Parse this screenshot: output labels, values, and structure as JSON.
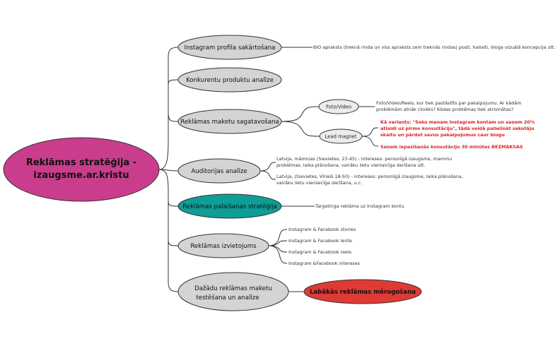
{
  "central": {
    "line1": "Reklāmas stratēģija -",
    "line2": "izaugsme.ar.kristu",
    "color": "#c93d8c"
  },
  "branches": [
    {
      "label": "Instagram profila sakārtošana",
      "note": "BIO apraksts (treknā rinda un viss apraksts zem treknās rindas) posti, hailaiti, bloga vizuālā koncepcija utt."
    },
    {
      "label": "Konkurentu produktu analīze"
    },
    {
      "label": "Reklāmas maketu sagatavošana",
      "sub": [
        {
          "label": "Foto/Video",
          "note1": "Foto/Video/Reels, kur tiek pastāstīts par pakalpojumu. Ar kādām",
          "note2": "problēmām atnāk cilvēks? Kādas problēmas tiek atrisinātas?"
        },
        {
          "label": "Lead magnet",
          "red1a": "Kā variants: \"Seko manam Instagram kontam un saņem 20%",
          "red1b": "atlaidi uz pirmo konsultāciju\", tādā veidā palielināt sekotāju",
          "red1c": "skaitu un pārdot savus pakalpojumus caur blogu",
          "red2": "Saņem iepazīšanās konsutāciju 30 minūtes BEZMAKSAS"
        }
      ]
    },
    {
      "label": "Auditorijas analīze",
      "notes": [
        {
          "l1": "Latvija, māmiņas (Sievietes, 23-45) - intereses: personīgā izaugsme, mammu",
          "l2": "problēmas, laika plānošana, vairāku lietu vienlaicīga darīšana utt."
        },
        {
          "l1": "Latvija, (Sievietes, Vīrieši 18-50) - intereses: personīgā izaugsme, laika plānošana,",
          "l2": "vairāku lietu vienlaicīga darīšana, u.c."
        }
      ]
    },
    {
      "label": "Reklāmas palaišanas stratēģija",
      "note": "Targetinga reklāma uz Instagram kontu",
      "color": "#0e9e96"
    },
    {
      "label": "Reklāmas izvietojums",
      "items": [
        "Instagram & Facebook stories",
        "Instagram & Facebook lente",
        "Instagram & Facebook reels",
        "Instagram &Facebook intereses"
      ]
    },
    {
      "label1": "Dažādu reklāmas maketu",
      "label2": "testēšana un analīze",
      "child": {
        "label": "Labākās reklāmas mērogošana",
        "color": "#e03a34"
      }
    }
  ],
  "colors": {
    "branch_fill": "#d4d4d4",
    "line": "#333333"
  }
}
